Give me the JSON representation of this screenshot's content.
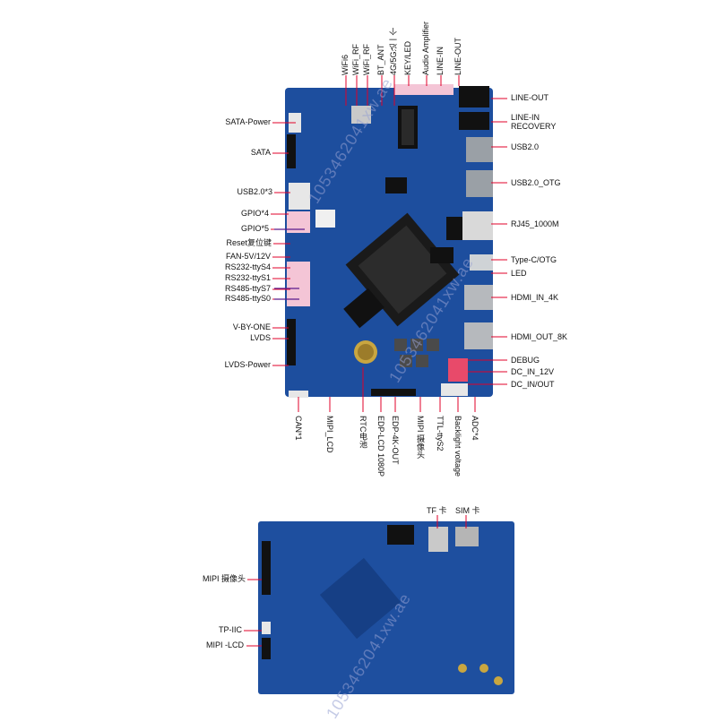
{
  "top_board": {
    "left_labels": {
      "sata_power": "SATA-Power",
      "sata": "SATA",
      "usb20x3": "USB2.0*3",
      "gpio4": "GPIO*4",
      "gpio5": "GPIO*5",
      "reset": "Reset复位键",
      "fan": "FAN-5V/12V",
      "rs232_s4": "RS232-ttyS4",
      "rs232_s1": "RS232-ttyS1",
      "rs485_s7": "RS485-ttyS7",
      "rs485_s0": "RS485-ttyS0",
      "vbyone": "V-BY-ONE",
      "lvds": "LVDS",
      "lvds_power": "LVDS-Power"
    },
    "right_labels": {
      "line_out": "LINE-OUT",
      "line_in": "LINE-IN",
      "recovery": "RECOVERY",
      "usb20": "USB2.0",
      "usb20_otg": "USB2.0_OTG",
      "rj45": "RJ45_1000M",
      "typec": "Type-C/OTG",
      "led": "LED",
      "hdmi_in": "HDMI_IN_4K",
      "hdmi_out": "HDMI_OUT_8K",
      "debug": "DEBUG",
      "dc_in": "DC_IN_12V",
      "dc_inout": "DC_IN/OUT"
    },
    "top_labels": {
      "wifi6": "WiFi6",
      "wifi_rf": "WiFi_RF",
      "wifi_rf2": "WiFi_RF",
      "bt_ant": "BT_ANT",
      "g45": "4G/5G込一个",
      "key_led": "KEY/LED",
      "audio_amp": "Audio Amplifier",
      "line_in": "LINE-IN",
      "line_out": "LINE-OUT"
    },
    "bottom_labels": {
      "can": "CAN*1",
      "mipi_lcd": "MIPI_LCD",
      "rtc": "RTC电池",
      "edp_1080p": "EDP-LCD 1080P",
      "edp_4k": "EDP-4K-OUT",
      "mipi_cam": "MIPI 摄像头",
      "ttl": "TTL-ttyS2",
      "backlight": "Backlight voltage",
      "adc": "ADC*4"
    }
  },
  "bottom_board": {
    "tf": "TF 卡",
    "sim": "SIM 卡",
    "mipi_cam": "MIPI 摄像头",
    "tp_iic": "TP-IIC",
    "mipi_lcd": "MIPI -LCD"
  },
  "watermarks": [
    "1053462041xw.ae",
    "1053462041xw.ae",
    "1053462041xw.ae"
  ],
  "colors": {
    "pcb": "#1d4e9e",
    "leader": "#e0002a",
    "pointer": "#5a1a8c"
  }
}
